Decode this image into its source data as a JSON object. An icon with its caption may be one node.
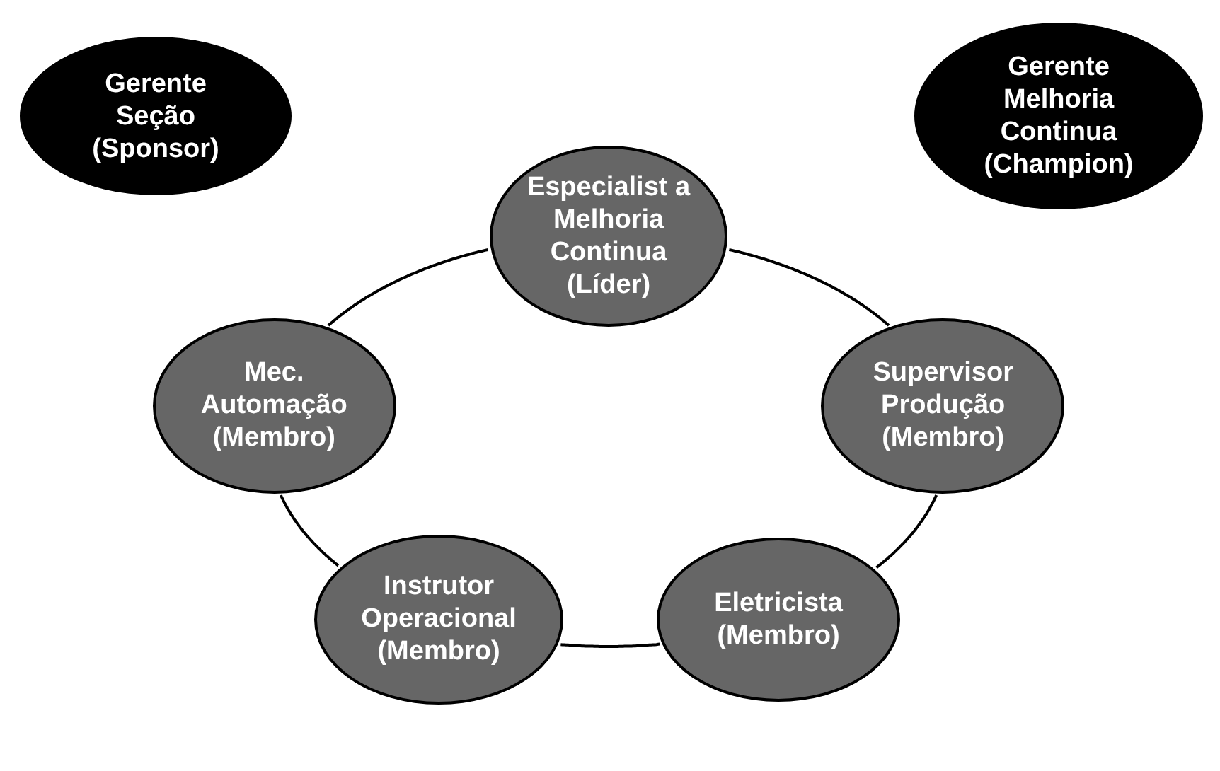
{
  "diagram": {
    "nodes": [
      {
        "text": [
          "Gerente Seção (Sponsor)"
        ]
      },
      {
        "text": [
          "Gerente Melhoria Continua (Champion)"
        ]
      },
      {
        "text": [
          "Especialist a Melhoria Continua (Líder)"
        ]
      },
      {
        "text": [
          "Supervisor Produção (Membro)"
        ]
      },
      {
        "text": [
          "Eletricista (Membro)"
        ]
      },
      {
        "text": [
          "Instrutor Operacional (Membro)"
        ]
      },
      {
        "text": [
          "Mec. Automação (Membro)"
        ]
      }
    ],
    "edges": [
      {
        "from": 2,
        "to": 3,
        "arrow": "none"
      },
      {
        "from": 3,
        "to": 4,
        "arrow": "none"
      },
      {
        "from": 4,
        "to": 5,
        "arrow": "none"
      },
      {
        "from": 5,
        "to": 6,
        "arrow": "none"
      },
      {
        "from": 6,
        "to": 2,
        "arrow": "none"
      }
    ]
  }
}
